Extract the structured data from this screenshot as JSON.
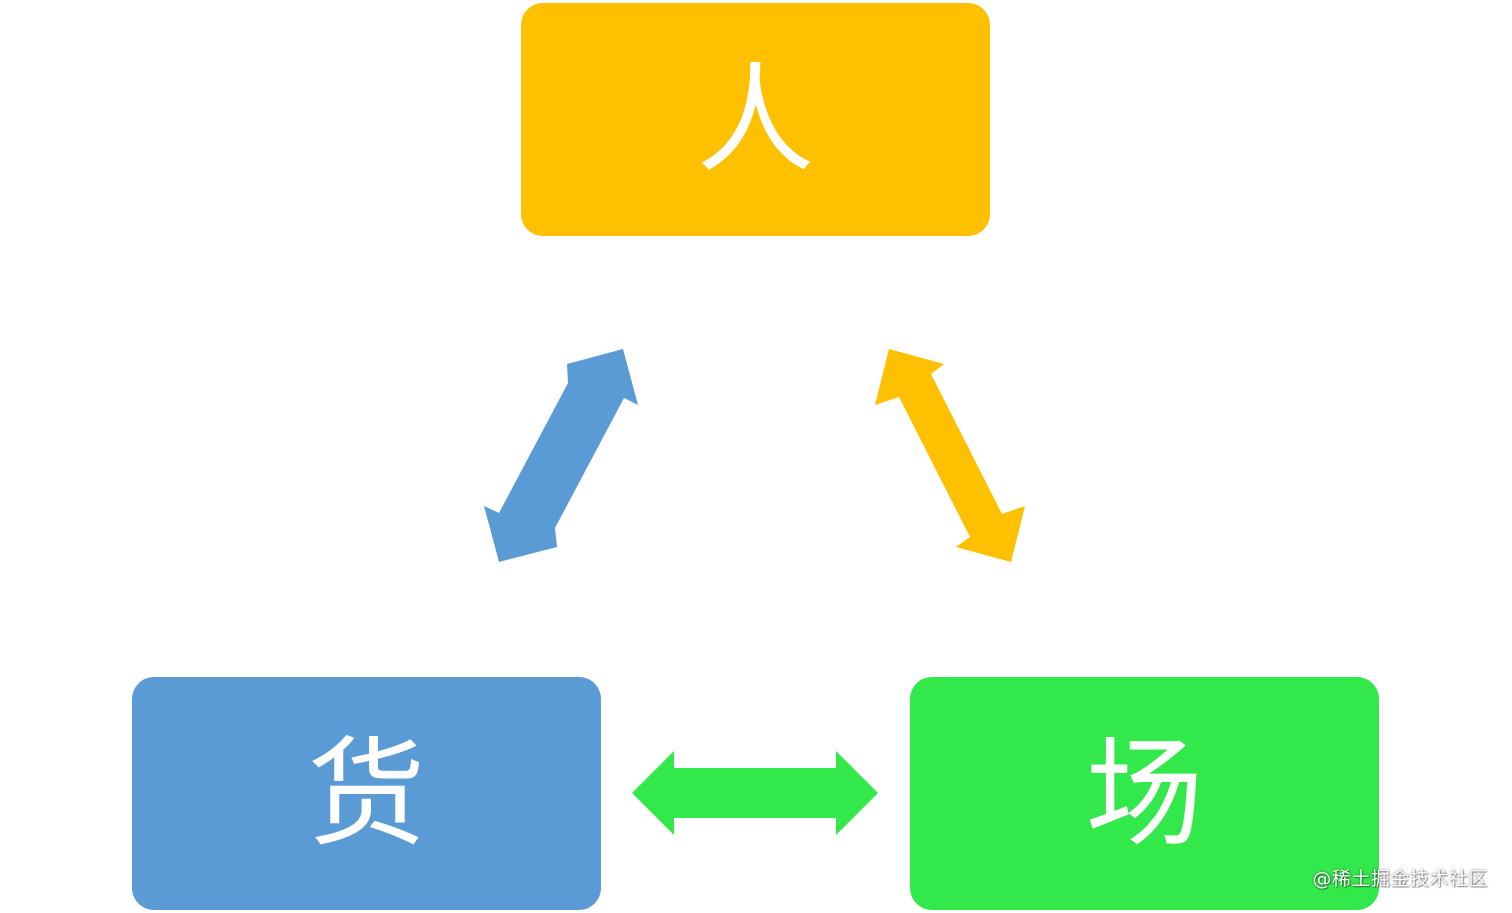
{
  "nodes": {
    "people": {
      "label": "人",
      "color": "#FFC000"
    },
    "goods": {
      "label": "货",
      "color": "#5B9BD5"
    },
    "place": {
      "label": "场",
      "color": "#33E84A"
    }
  },
  "edges": [
    {
      "from": "goods",
      "to": "people",
      "color": "#5B9BD5",
      "bidirectional": true
    },
    {
      "from": "people",
      "to": "place",
      "color": "#FFC000",
      "bidirectional": true
    },
    {
      "from": "goods",
      "to": "place",
      "color": "#33E84A",
      "bidirectional": true
    }
  ],
  "watermark": "@稀土掘金技术社区"
}
